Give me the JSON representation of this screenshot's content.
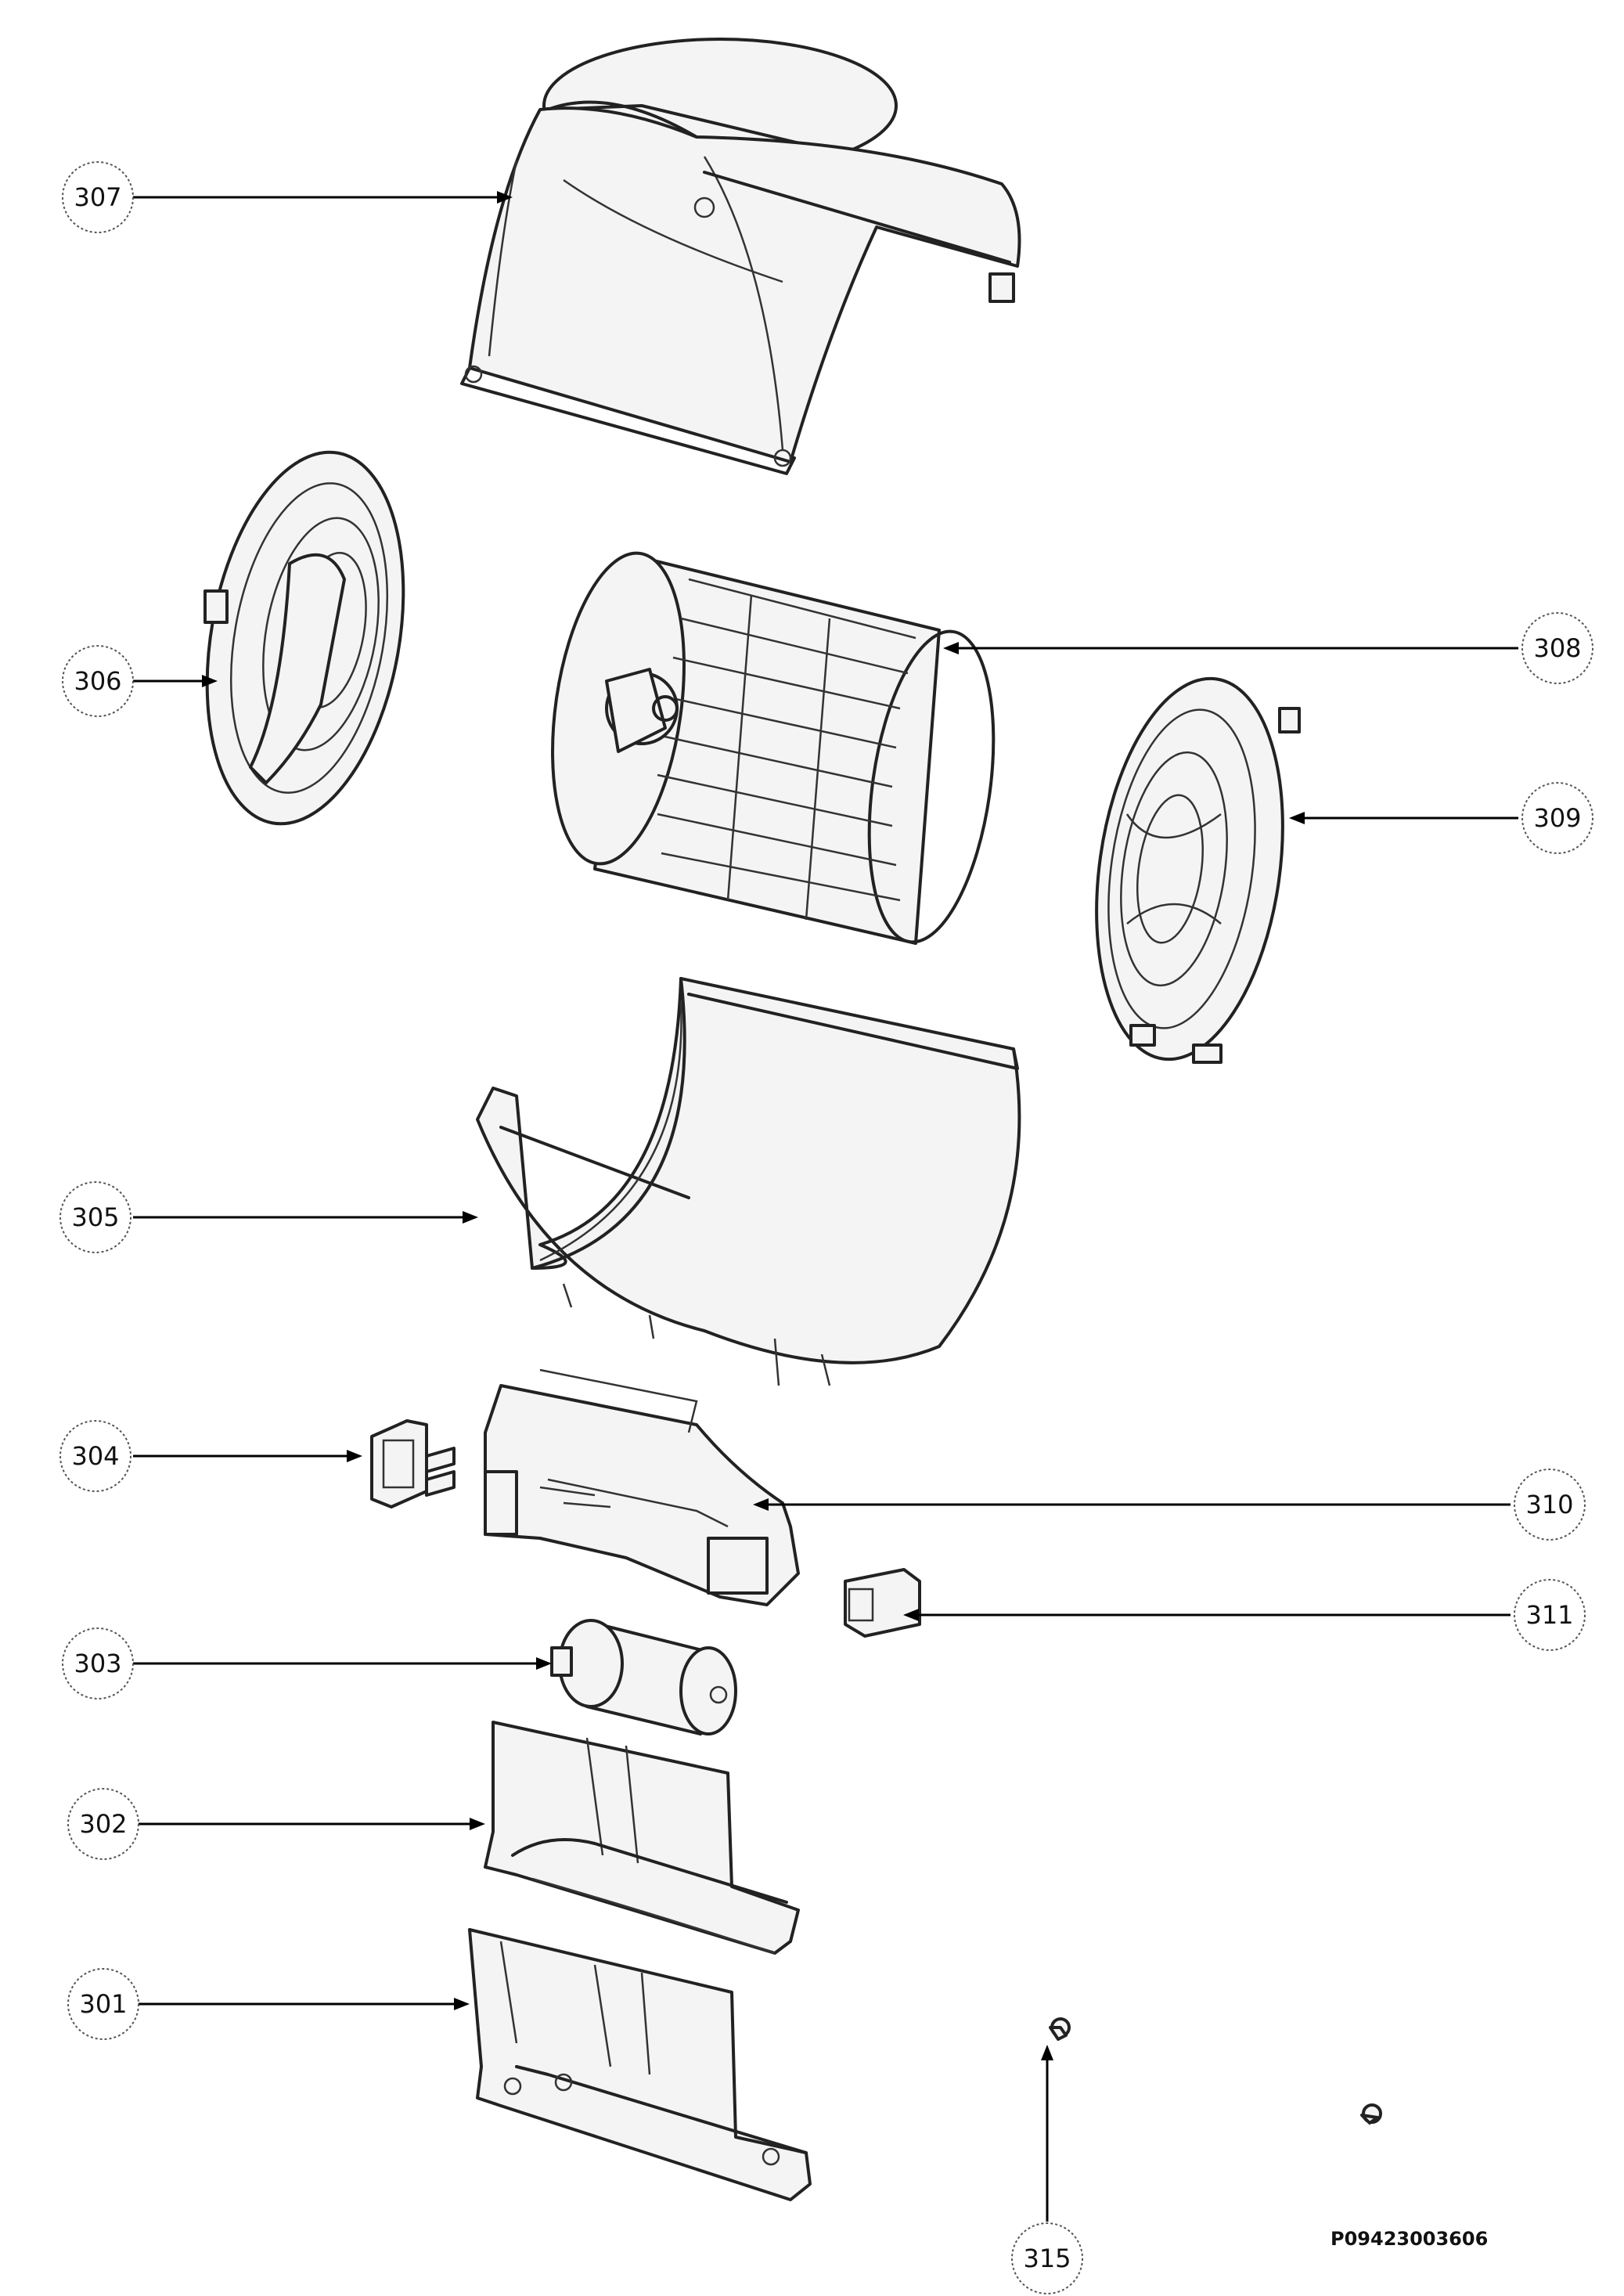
{
  "callouts": {
    "p301": "301",
    "p302": "302",
    "p303": "303",
    "p304": "304",
    "p305": "305",
    "p306": "306",
    "p307": "307",
    "p308": "308",
    "p309": "309",
    "p310": "310",
    "p311": "311",
    "p315": "315"
  },
  "drawing_code": "P09423003606"
}
